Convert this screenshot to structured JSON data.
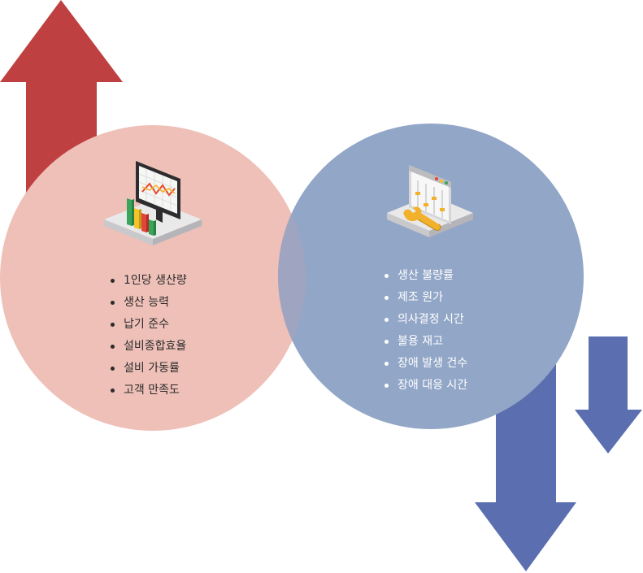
{
  "colors": {
    "up_arrow": "#bf4041",
    "down_arrow": "#5b6fb0",
    "left_circle": "#eec0b8",
    "right_circle": "#92a6c7",
    "left_text": "#2b2b2b",
    "right_text": "#ffffff"
  },
  "icons": {
    "left": "monitor-bar-chart-icon",
    "right": "settings-panel-wrench-icon"
  },
  "left_group": {
    "items": [
      "1인당 생산량",
      "생산 능력",
      "납기 준수",
      "설비종합효율",
      "설비 가동률",
      "고객 만족도"
    ]
  },
  "right_group": {
    "items": [
      "생산 불량률",
      "제조 원가",
      "의사결정 시간",
      "불용 재고",
      "장애 발생 건수",
      "장애 대응 시간"
    ]
  }
}
